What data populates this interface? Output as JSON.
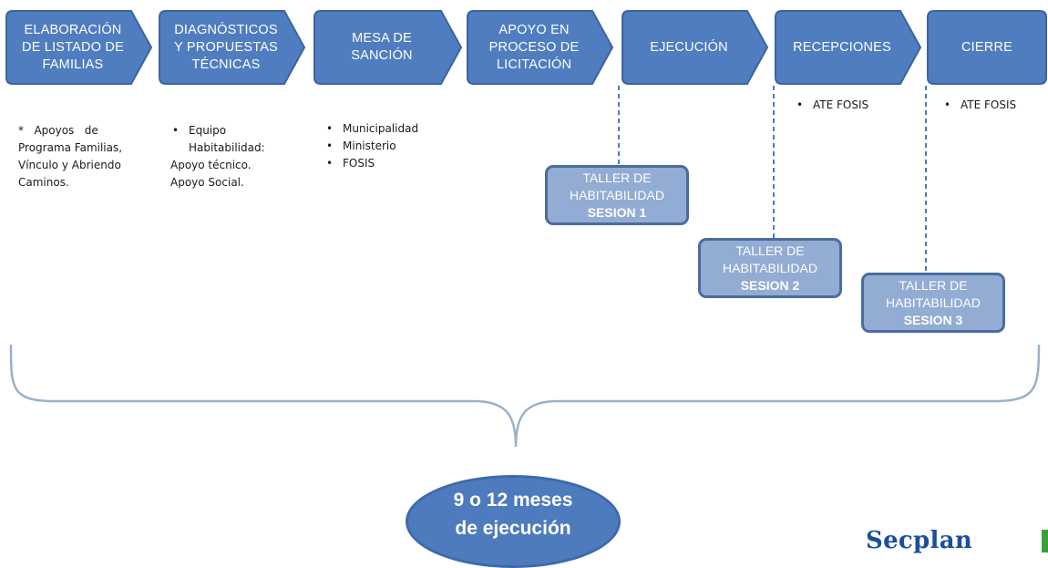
{
  "stages": [
    {
      "id": "elaboracion",
      "label": "ELABORACIÓN\nDE LISTADO DE\nFAMILIAS"
    },
    {
      "id": "diagnosticos",
      "label": "DIAGNÓSTICOS\nY PROPUESTAS\nTÉCNICAS"
    },
    {
      "id": "mesa",
      "label": "MESA DE\nSANCIÓN"
    },
    {
      "id": "apoyo",
      "label": "APOYO EN\nPROCESO DE\nLICITACIÓN"
    },
    {
      "id": "ejecucion",
      "label": "EJECUCIÓN"
    },
    {
      "id": "recepciones",
      "label": "RECEPCIONES"
    },
    {
      "id": "cierre",
      "label": "CIERRE"
    }
  ],
  "details": {
    "elaboracion": {
      "line1": "*   Apoyos   de",
      "line2": "Programa Familias,",
      "line3": "Vínculo y Abriendo",
      "line4": "Caminos."
    },
    "diagnosticos": {
      "bullet": "Equipo",
      "line2": "Habitabilidad:",
      "line3": "Apoyo técnico.",
      "line4": "Apoyo Social."
    },
    "mesa": [
      "Municipalidad",
      "Ministerio",
      "FOSIS"
    ],
    "recepciones": [
      "ATE FOSIS"
    ],
    "cierre": [
      "ATE FOSIS"
    ]
  },
  "talleres": [
    {
      "title_line1": "TALLER DE",
      "title_line2": "HABITABILIDAD",
      "session": "SESION 1"
    },
    {
      "title_line1": "TALLER DE",
      "title_line2": "HABITABILIDAD",
      "session": "SESION 2"
    },
    {
      "title_line1": "TALLER DE",
      "title_line2": "HABITABILIDAD",
      "session": "SESION 3"
    }
  ],
  "duration": {
    "line1": "9 o 12 meses",
    "line2": "de ejecución"
  },
  "logo": {
    "text": "Secplan"
  },
  "colors": {
    "stage_fill": "#4f7dbf",
    "stage_border": "#3b64a0",
    "taller_fill": "#92acd3",
    "taller_border": "#4a6c9e",
    "oval_fill": "#4e7bbd",
    "brace": "#9ab0cc",
    "dashed": "#4a7bc0",
    "logo": "#1a4f9e"
  }
}
